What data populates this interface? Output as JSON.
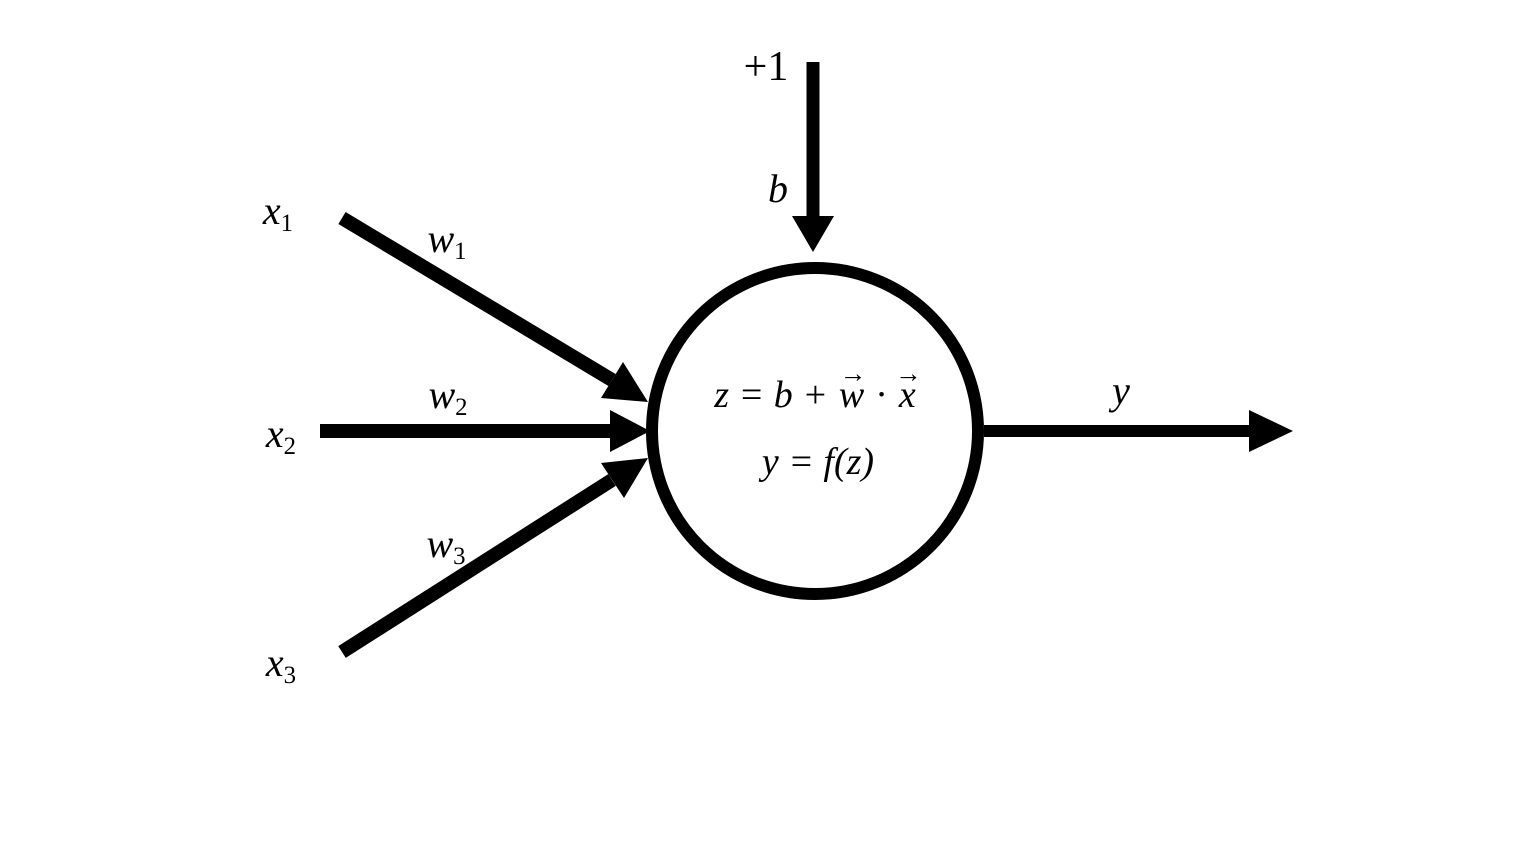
{
  "labels": {
    "bias_input": "+1",
    "bias_weight": "b",
    "x1": {
      "base": "x",
      "sub": "1"
    },
    "w1": {
      "base": "w",
      "sub": "1"
    },
    "x2": {
      "base": "x",
      "sub": "2"
    },
    "w2": {
      "base": "w",
      "sub": "2"
    },
    "x3": {
      "base": "x",
      "sub": "3"
    },
    "w3": {
      "base": "w",
      "sub": "3"
    },
    "output": "y"
  },
  "neuron": {
    "line1_prefix": "z = b +",
    "line1_w": "w",
    "line1_dot": "·",
    "line1_x": "x",
    "vector_arrow": "→",
    "line2": "y = f(z)"
  },
  "colors": {
    "ink": "#000000",
    "background": "#ffffff"
  }
}
